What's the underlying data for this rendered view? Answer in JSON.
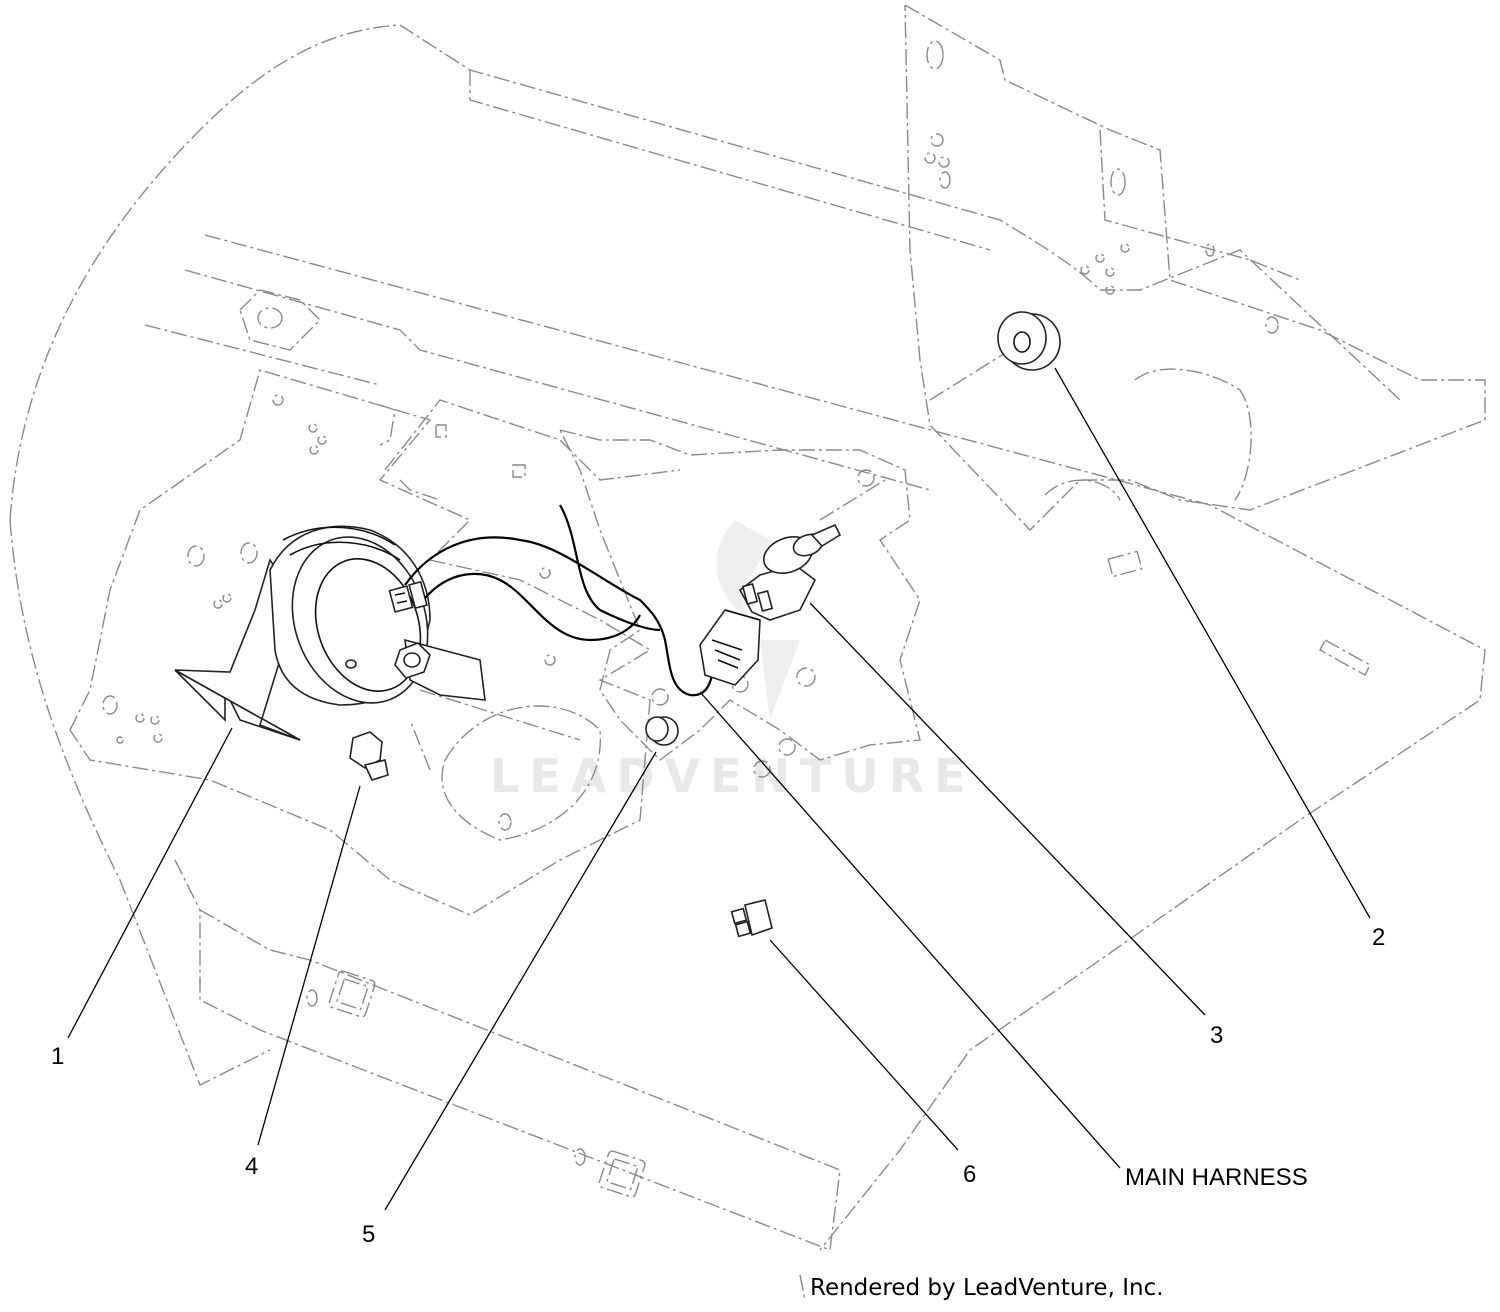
{
  "callouts": {
    "c1": "1",
    "c2": "2",
    "c3": "3",
    "c4": "4",
    "c5": "5",
    "c6": "6",
    "main_harness": "MAIN HARNESS"
  },
  "watermark": "LEADVENTURE",
  "footer": "Rendered by LeadVenture, Inc.",
  "colors": {
    "ink": "#000000",
    "phantom": "#8a8a8a",
    "watermark": "#e8e8e8"
  }
}
